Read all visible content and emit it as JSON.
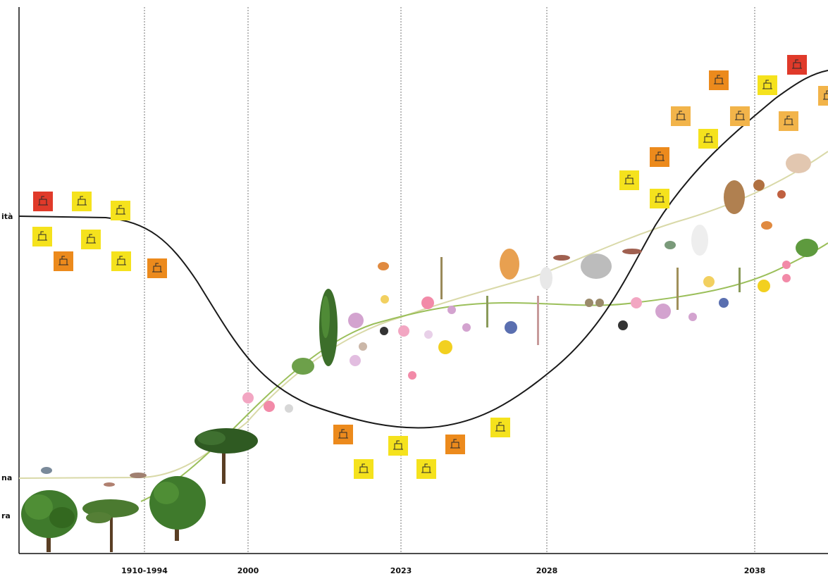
{
  "y_labels": {
    "top": "ità",
    "middle": "na",
    "bottom": "ra"
  },
  "x_axis": {
    "ticks": [
      "1910-1994",
      "2000",
      "2023",
      "2028",
      "2038"
    ]
  },
  "icon_colors": {
    "yellow": "#f5e21d",
    "light_orange": "#f2b44a",
    "orange": "#ec8a1c",
    "red": "#e03a2a",
    "tree_green": "#3f7a2c",
    "fauna_line": "#d9d9a8",
    "flora_line": "#9bbf5a",
    "human_curve": "#1a1a1a"
  },
  "activity_icons": [
    {
      "icon": "leisure-icon",
      "color": "red"
    },
    {
      "icon": "reading-icon",
      "color": "yellow"
    },
    {
      "icon": "market-icon",
      "color": "yellow"
    },
    {
      "icon": "beach-icon",
      "color": "yellow"
    },
    {
      "icon": "sport-icon",
      "color": "yellow"
    },
    {
      "icon": "cafe-icon",
      "color": "orange"
    },
    {
      "icon": "bike-icon",
      "color": "yellow"
    },
    {
      "icon": "shop-icon",
      "color": "orange"
    }
  ]
}
